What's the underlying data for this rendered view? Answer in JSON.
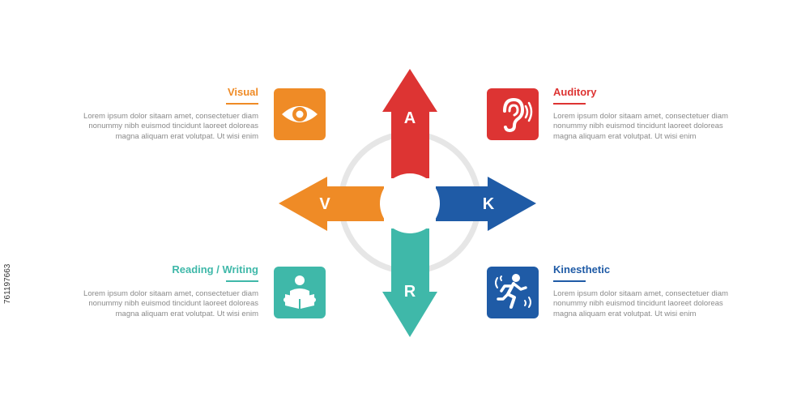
{
  "colors": {
    "visual": "#ef8b26",
    "auditory": "#dd3433",
    "reading": "#3fb8a9",
    "kinesthetic": "#1f5ba6",
    "ring": "#e6e6e6"
  },
  "arrows": {
    "up": "A",
    "left": "V",
    "right": "K",
    "down": "R"
  },
  "items": {
    "visual": {
      "title": "Visual",
      "desc": "Lorem ipsum dolor sitaam amet, consectetuer diam nonummy  nibh euismod tincidunt laoreet doloreas magna aliquam erat volutpat. Ut wisi enim",
      "icon": "eye-icon"
    },
    "auditory": {
      "title": "Auditory",
      "desc": "Lorem ipsum dolor sitaam amet, consectetuer diam nonummy  nibh euismod tincidunt laoreet doloreas magna aliquam erat volutpat. Ut wisi enim",
      "icon": "ear-icon"
    },
    "reading": {
      "title": "Reading / Writing",
      "desc": "Lorem ipsum dolor sitaam amet, consectetuer diam nonummy  nibh euismod tincidunt laoreet doloreas magna aliquam erat volutpat. Ut wisi enim",
      "icon": "reader-icon"
    },
    "kinesthetic": {
      "title": "Kinesthetic",
      "desc": "Lorem ipsum dolor sitaam amet, consectetuer diam nonummy  nibh euismod tincidunt laoreet doloreas magna aliquam erat volutpat. Ut wisi enim",
      "icon": "running-person-icon"
    }
  },
  "watermark_id": "761197663"
}
